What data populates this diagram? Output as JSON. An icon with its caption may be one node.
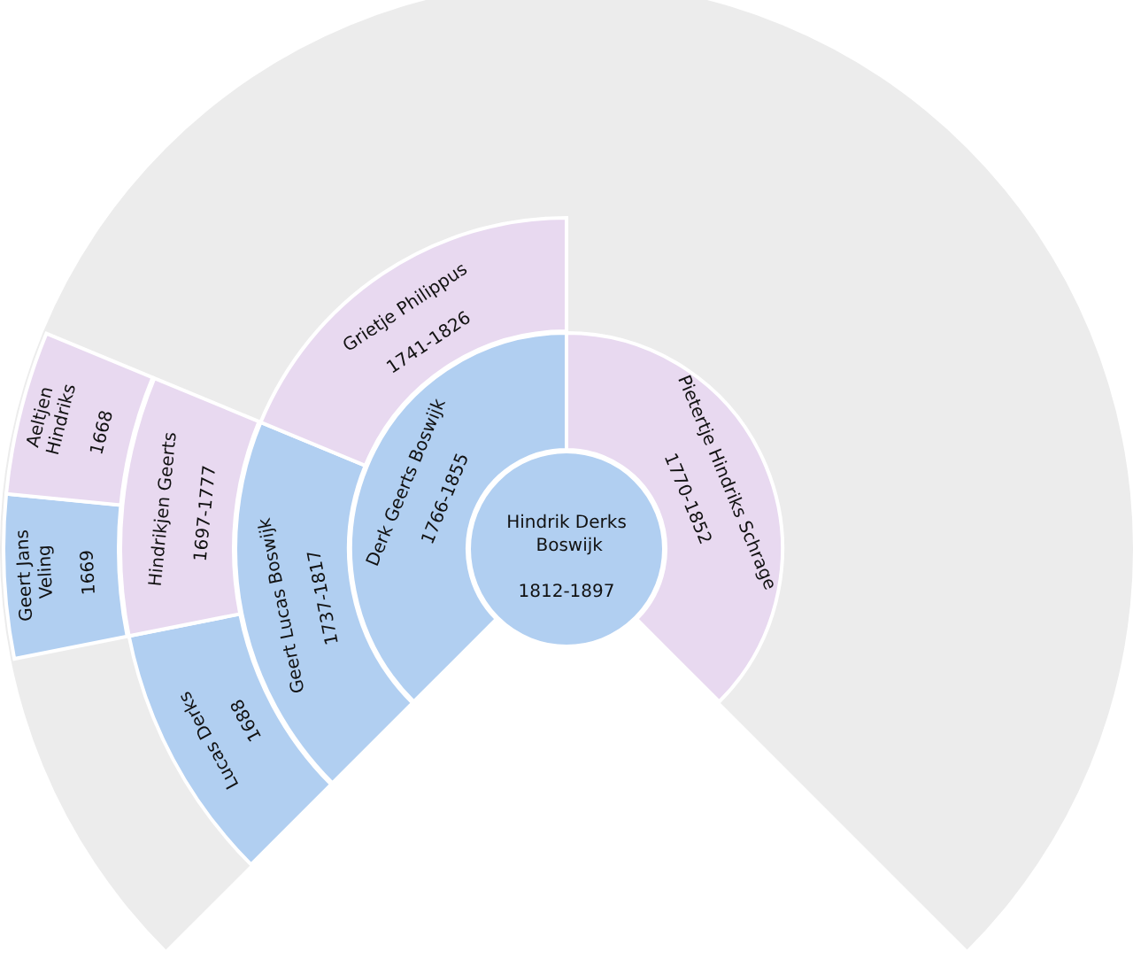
{
  "diagram": {
    "nodes": [
      {
        "text": [
          "Hindrik Derks Boswijk",
          "1812-1897"
        ]
      },
      {
        "text": [
          "Derk Geerts Boswijk",
          "1766-1855"
        ]
      },
      {
        "text": [
          "Pietertje Hindriks Schrage",
          "1770-1852"
        ]
      },
      {
        "text": [
          "Geert Lucas Boswijk",
          "1737-1817"
        ]
      },
      {
        "text": [
          "Grietje Philippus",
          "1741-1826"
        ]
      },
      {
        "text": [
          "Lucas Derks",
          "1688"
        ]
      },
      {
        "text": [
          "Hindrikjen Geerts",
          "1697-1777"
        ]
      },
      {
        "text": [
          "Geert Jans Veling",
          "1669"
        ]
      },
      {
        "text": [
          "Aeltjen Hindriks",
          "1668"
        ]
      }
    ]
  }
}
